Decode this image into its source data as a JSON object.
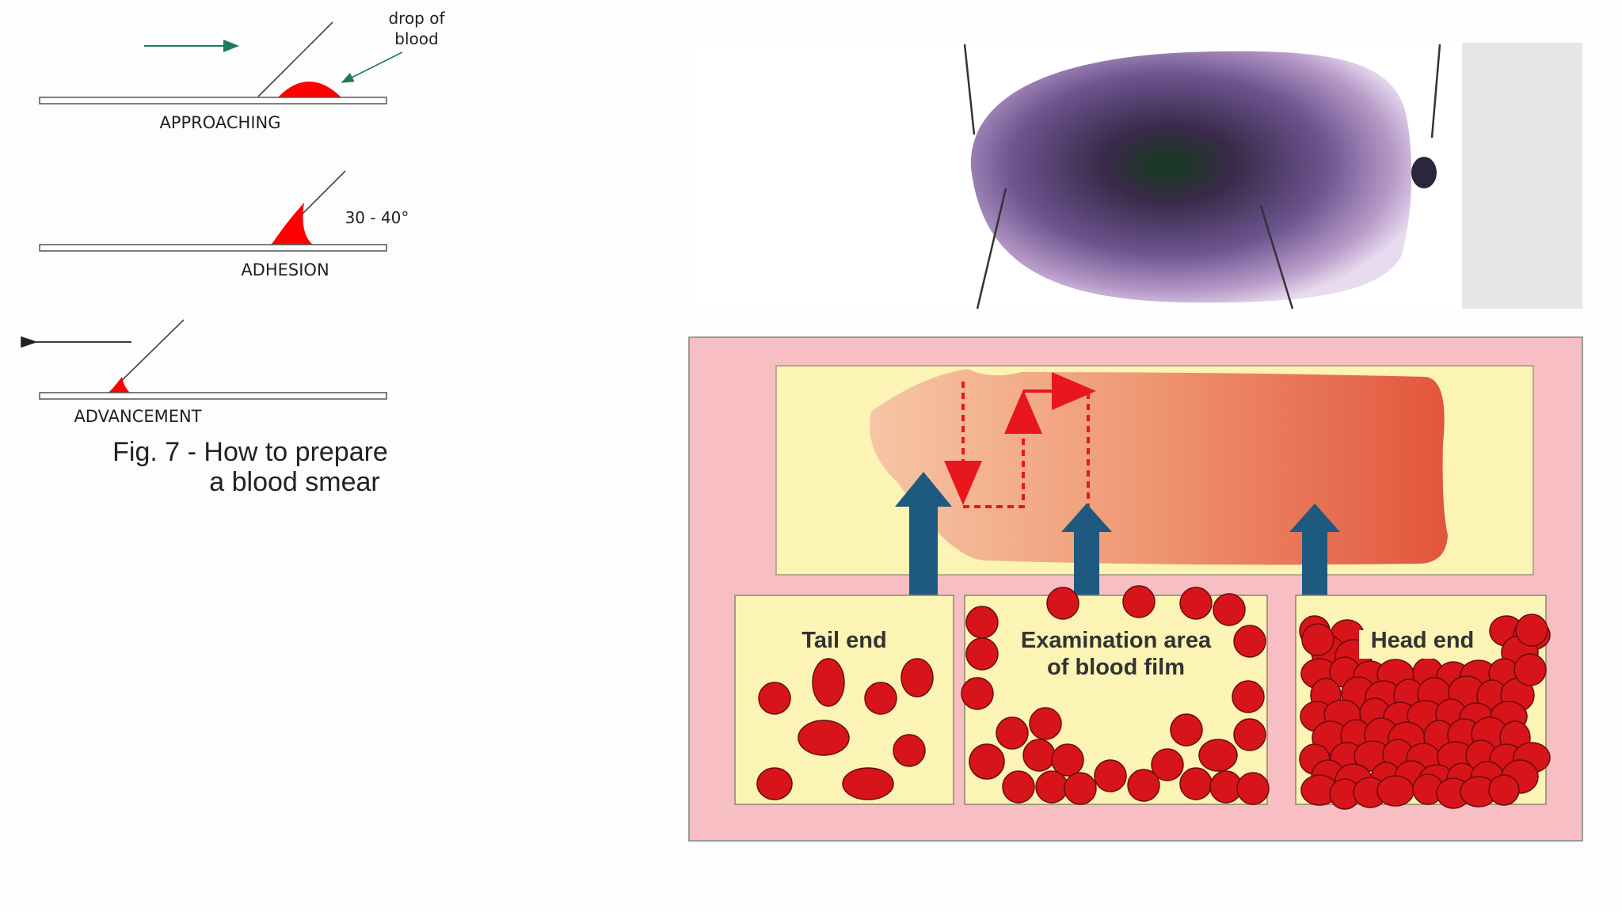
{
  "smear_steps": {
    "drop_label_line1": "drop of",
    "drop_label_line2": "blood",
    "approaching": "APPROACHING",
    "angle": "30 - 40°",
    "adhesion": "ADHESION",
    "advancement": "ADVANCEMENT",
    "caption_line1": "Fig. 7 - How to prepare",
    "caption_line2": "a blood smear",
    "blood_color": "#ff0000",
    "arrow_color": "#1f7a5a"
  },
  "film_diagram": {
    "tail_label": "Tail end",
    "exam_label_line1": "Examination area",
    "exam_label_line2": "of blood film",
    "head_label": "Head end",
    "panel_bg": "#f7bfc3",
    "box_bg": "#fbf4b4",
    "cell_color": "#d8141b",
    "arrow_color": "#1e5a80",
    "path_color": "#e8171d"
  }
}
